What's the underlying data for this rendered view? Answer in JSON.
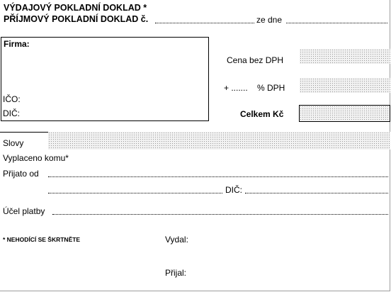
{
  "header": {
    "line1": "VÝDAJOVÝ POKLADNÍ DOKLAD *",
    "line2": "PŘÍJMOVÝ POKLADNÍ DOKLAD č.",
    "date_label": "ze dne"
  },
  "company": {
    "firma_label": "Firma:",
    "ico_label": "IČO:",
    "dic_label": "DIČ:"
  },
  "amounts": {
    "price_without_vat_label": "Cena bez DPH",
    "vat_prefix": "+ .......",
    "vat_label": "% DPH",
    "total_label": "Celkem Kč"
  },
  "details": {
    "words_label": "Slovy",
    "paid_to_label": "Vyplaceno komu*",
    "received_from_label": "Přijato od",
    "dic_label": "DIČ:",
    "purpose_label": "Účel platby"
  },
  "footer": {
    "note": "* NEHODÍCÍ SE ŠKRTNĚTE",
    "issued_label": "Vydal:",
    "received_label": "Přijal:"
  }
}
